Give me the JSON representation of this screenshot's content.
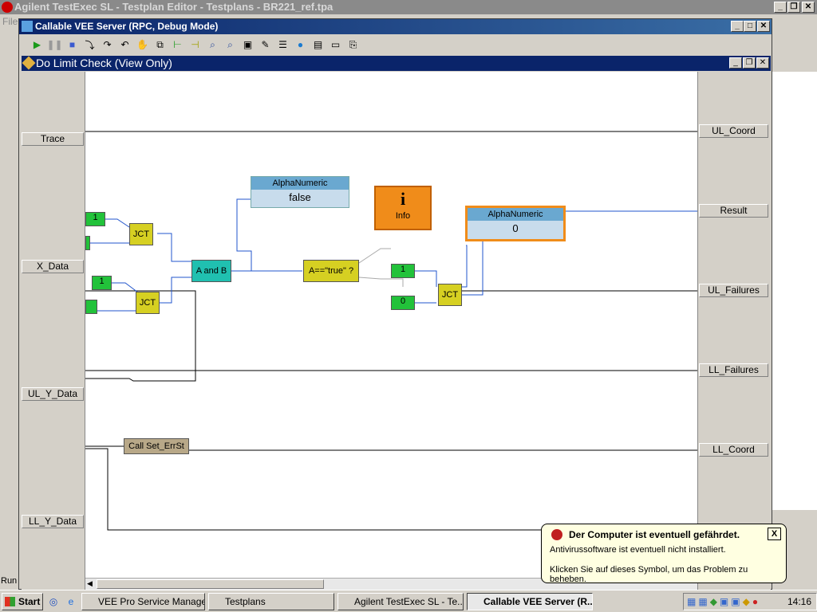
{
  "outer_window": {
    "title": "Agilent TestExec SL - Testplan Editor - Testplans - BR221_ref.tpa",
    "menu_first": "File",
    "status": "Run"
  },
  "vee_window": {
    "title": "Callable VEE Server (RPC, Debug Mode)"
  },
  "toolbar": {
    "icons": [
      "run",
      "pause",
      "stop",
      "step-into",
      "step-over",
      "step-out",
      "hand",
      "copy-objects",
      "line-probe",
      "show-data-flow",
      "find",
      "find-next",
      "properties",
      "notepad",
      "panel",
      "web",
      "print-screen",
      "connector",
      "debug-view"
    ]
  },
  "subwindow": {
    "title": "Do Limit Check (View Only)"
  },
  "left_terminals": [
    "Trace",
    "X_Data",
    "UL_Y_Data",
    "LL_Y_Data"
  ],
  "right_terminals": [
    "UL_Coord",
    "Result",
    "UL_Failures",
    "LL_Failures",
    "LL_Coord"
  ],
  "nodes": {
    "alpha1": {
      "title": "AlphaNumeric",
      "value": "false"
    },
    "alpha2": {
      "title": "AlphaNumeric",
      "value": "0"
    },
    "info": "Info",
    "and": "A and B",
    "compare": "A==\"true\" ?",
    "jct": "JCT",
    "const_one": "1",
    "const_zero": "0",
    "call": "Call Set_ErrSt"
  },
  "balloon": {
    "title": "Der Computer ist eventuell gefährdet.",
    "line1": "Antivirussoftware ist eventuell nicht installiert.",
    "line2": "Klicken Sie auf dieses Symbol, um das Problem zu beheben.",
    "close": "X"
  },
  "taskbar": {
    "start": "Start",
    "tasks": [
      "VEE Pro Service Manager",
      "Testplans",
      "Agilent TestExec SL - Te...",
      "Callable VEE Server (R..."
    ],
    "clock": "14:16"
  }
}
